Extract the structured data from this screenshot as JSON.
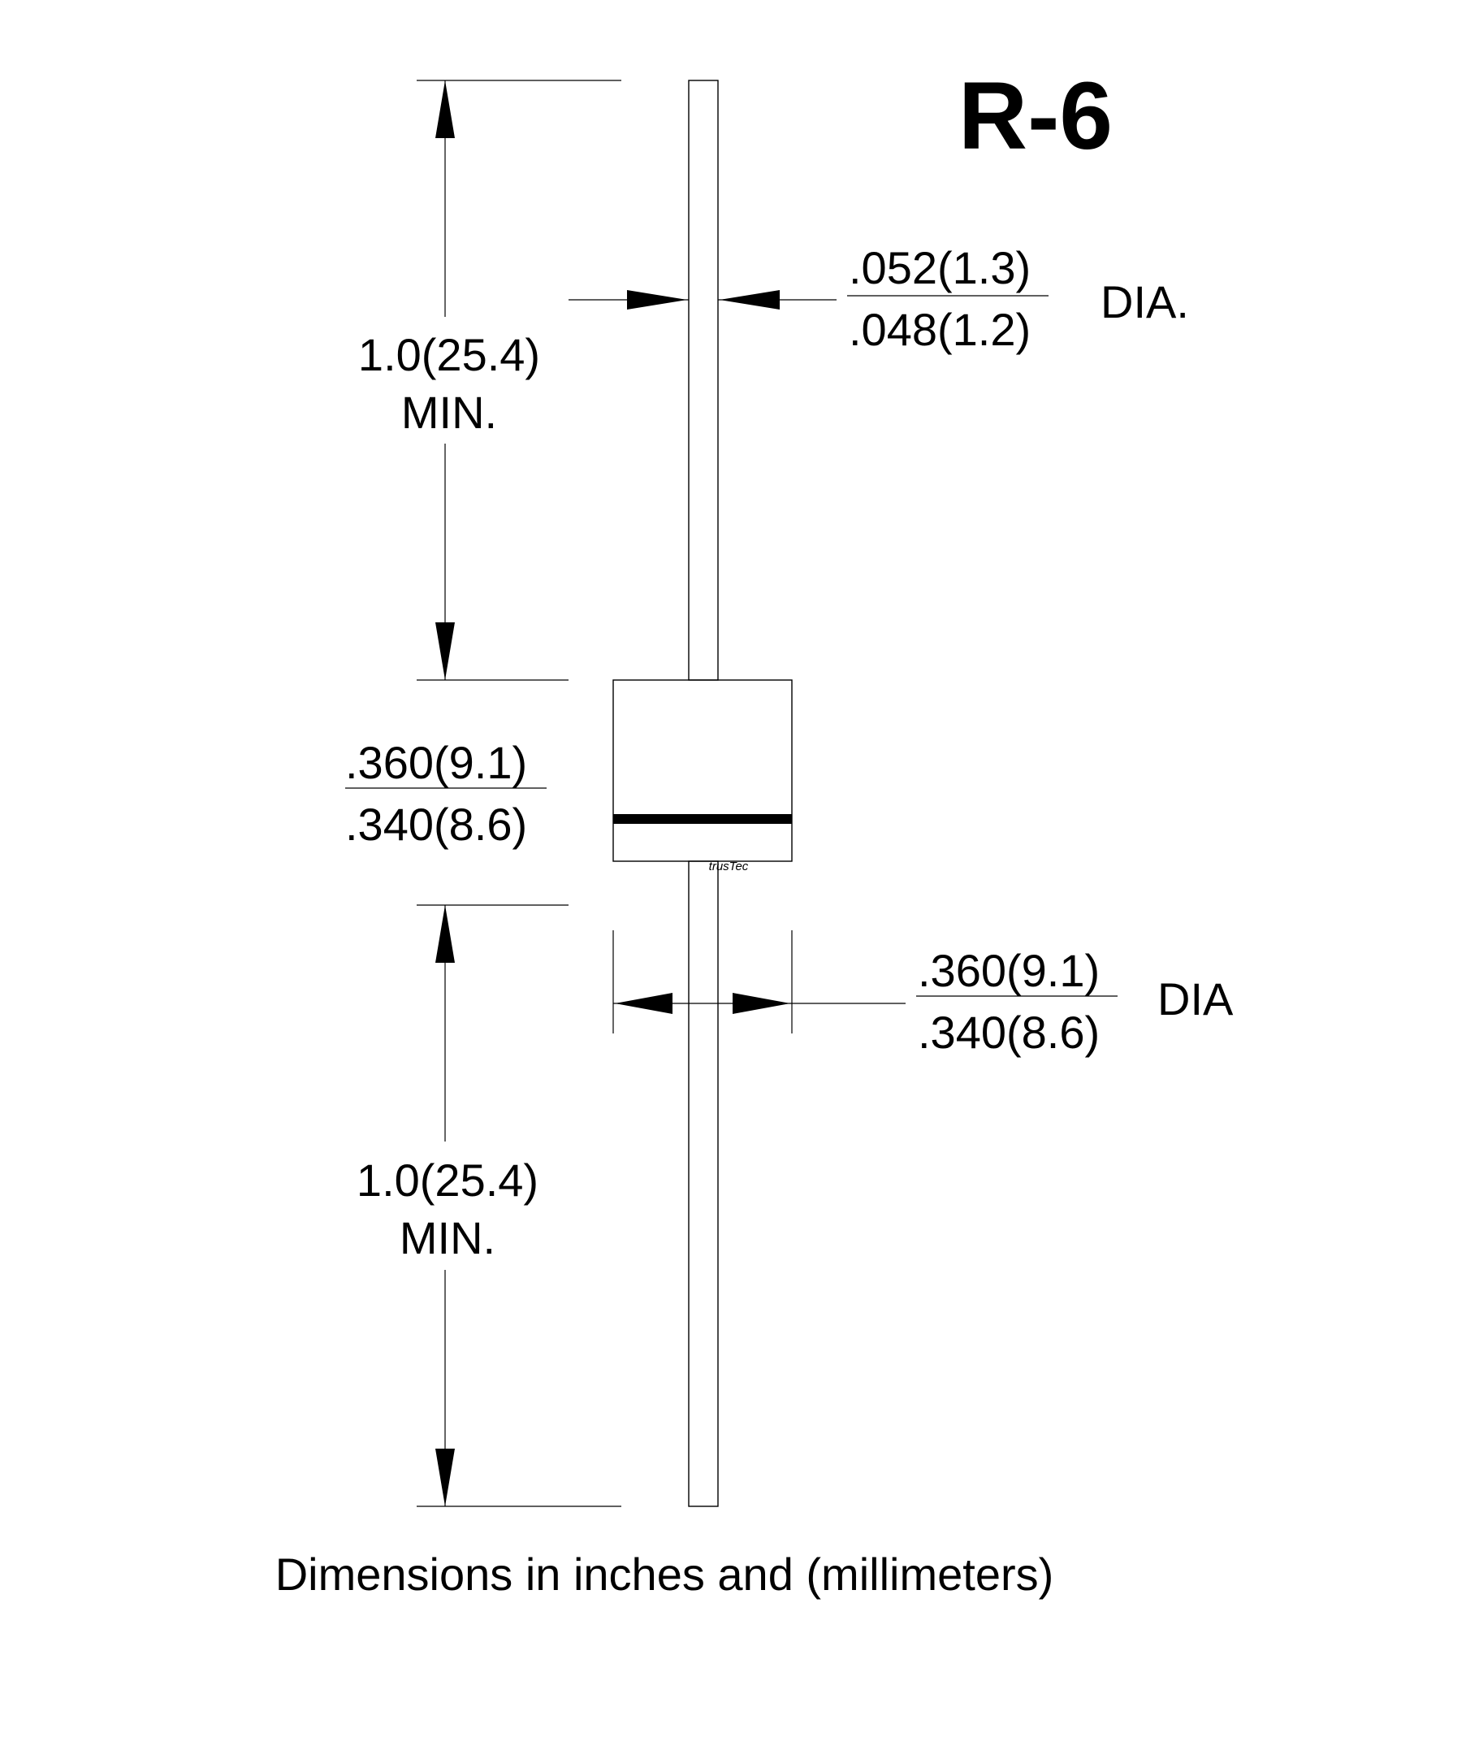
{
  "package": {
    "title": "R-6",
    "brand": "trusTec",
    "stripe_color": "#000000",
    "line_color": "#000000"
  },
  "lead_length_top": {
    "value": "1.0(25.4)",
    "suffix": "MIN."
  },
  "lead_length_bottom": {
    "value": "1.0(25.4)",
    "suffix": "MIN."
  },
  "lead_diameter": {
    "max": ".052(1.3)",
    "min": ".048(1.2)",
    "suffix": "DIA."
  },
  "body_length": {
    "max": ".360(9.1)",
    "min": ".340(8.6)"
  },
  "body_diameter": {
    "max": ".360(9.1)",
    "min": ".340(8.6)",
    "suffix": "DIA"
  },
  "footer": {
    "note": "Dimensions in inches and (millimeters)"
  }
}
